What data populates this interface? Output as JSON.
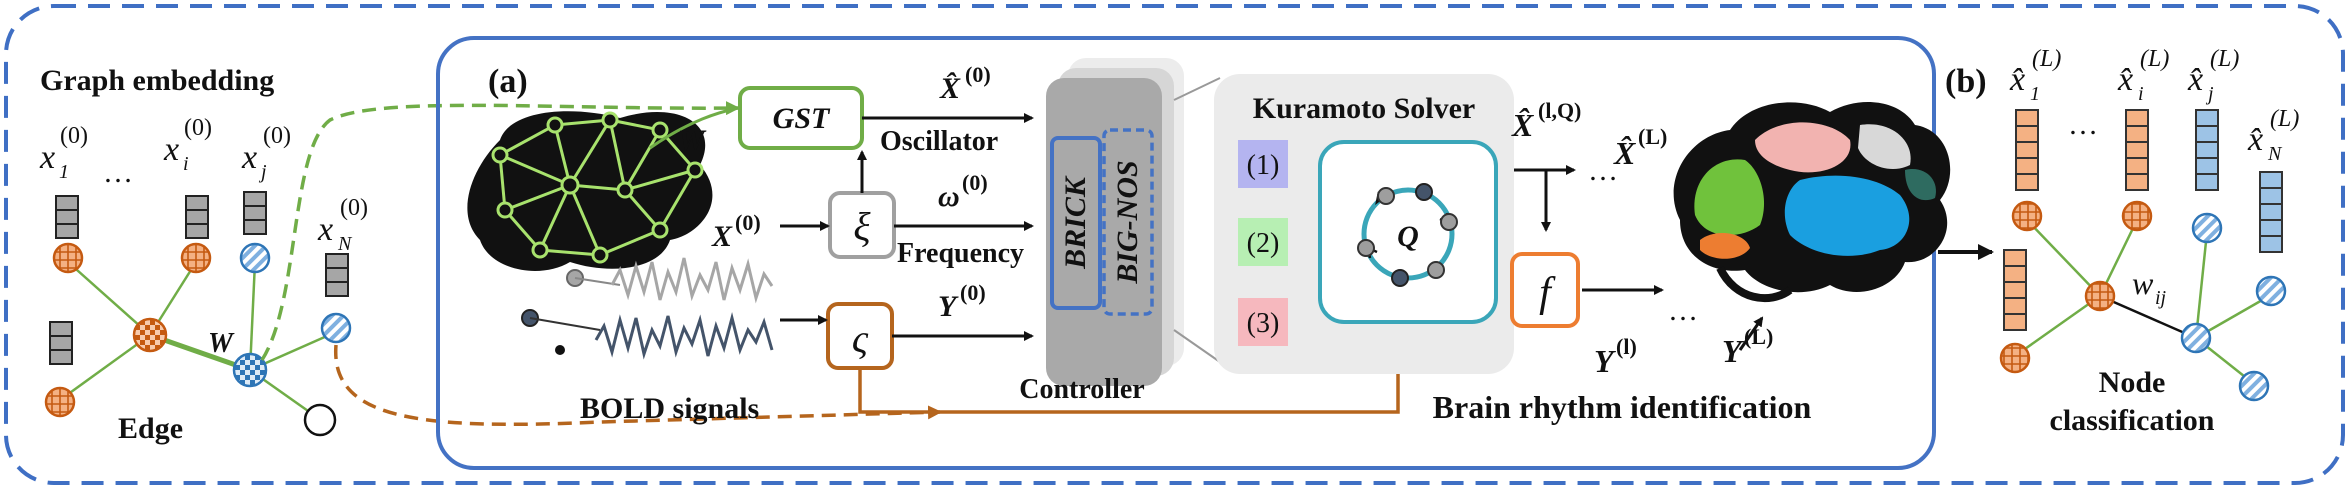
{
  "left": {
    "title": "Graph embedding",
    "nodes": [
      {
        "base": "x",
        "sub": "1",
        "sup": "(0)"
      },
      {
        "base": "x",
        "sub": "i",
        "sup": "(0)"
      },
      {
        "base": "x",
        "sub": "j",
        "sup": "(0)"
      },
      {
        "base": "x",
        "sub": "N",
        "sup": "(0)"
      }
    ],
    "dots": "…",
    "weight_label": "W",
    "edge_label": "Edge"
  },
  "center": {
    "tag": "(a)",
    "w_label": "W",
    "gst": "GST",
    "xi": "ξ",
    "varsigma": "ς",
    "x_in": {
      "base": "X",
      "sup": "(0)"
    },
    "xhat0": {
      "base": "X̂",
      "sup": "(0)"
    },
    "oscillator": "Oscillator",
    "omega0": {
      "base": "ω",
      "sup": "(0)"
    },
    "frequency": "Frequency",
    "y0": {
      "base": "Y",
      "sup": "(0)"
    },
    "brick": "BRICK",
    "bignos": "BIG-NOS",
    "controller": "Controller",
    "bold": "BOLD signals",
    "kuramoto": "Kuramoto Solver",
    "steps": [
      "(1)",
      "(2)",
      "(3)"
    ],
    "q": "Q",
    "xhat_lq": {
      "base": "X̂",
      "sup": "(l,Q)"
    },
    "dots": "…",
    "xhat_L": {
      "base": "X̂",
      "sup": "(L)"
    },
    "f": "f",
    "y_l": {
      "base": "Y",
      "sup": "(l)"
    },
    "y_L": {
      "base": "Y",
      "sup": "(L)"
    },
    "brain_rhythm": "Brain rhythm identification"
  },
  "right": {
    "tag": "(b)",
    "nodes": [
      {
        "base": "x̂",
        "sub": "1",
        "sup": "(L)"
      },
      {
        "base": "x̂",
        "sub": "i",
        "sup": "(L)"
      },
      {
        "base": "x̂",
        "sub": "j",
        "sup": "(L)"
      },
      {
        "base": "x̂",
        "sub": "N",
        "sup": "(L)"
      }
    ],
    "dots": "…",
    "wij": {
      "base": "w",
      "sub": "ij"
    },
    "node_label": "Node",
    "classification_label": "classification"
  },
  "colors": {
    "dashed_border": "#3f6fc4",
    "panel_border": "#4472c4",
    "green": "#70ad47",
    "orange": "#ed7d31",
    "blue": "#5b9bd5",
    "brown": "#b5651d",
    "gray_box": "#9a9a9a",
    "teal": "#3aa6b9",
    "step1": "#b4b4f0",
    "step2": "#b7efb3",
    "step3": "#f6b8be"
  }
}
